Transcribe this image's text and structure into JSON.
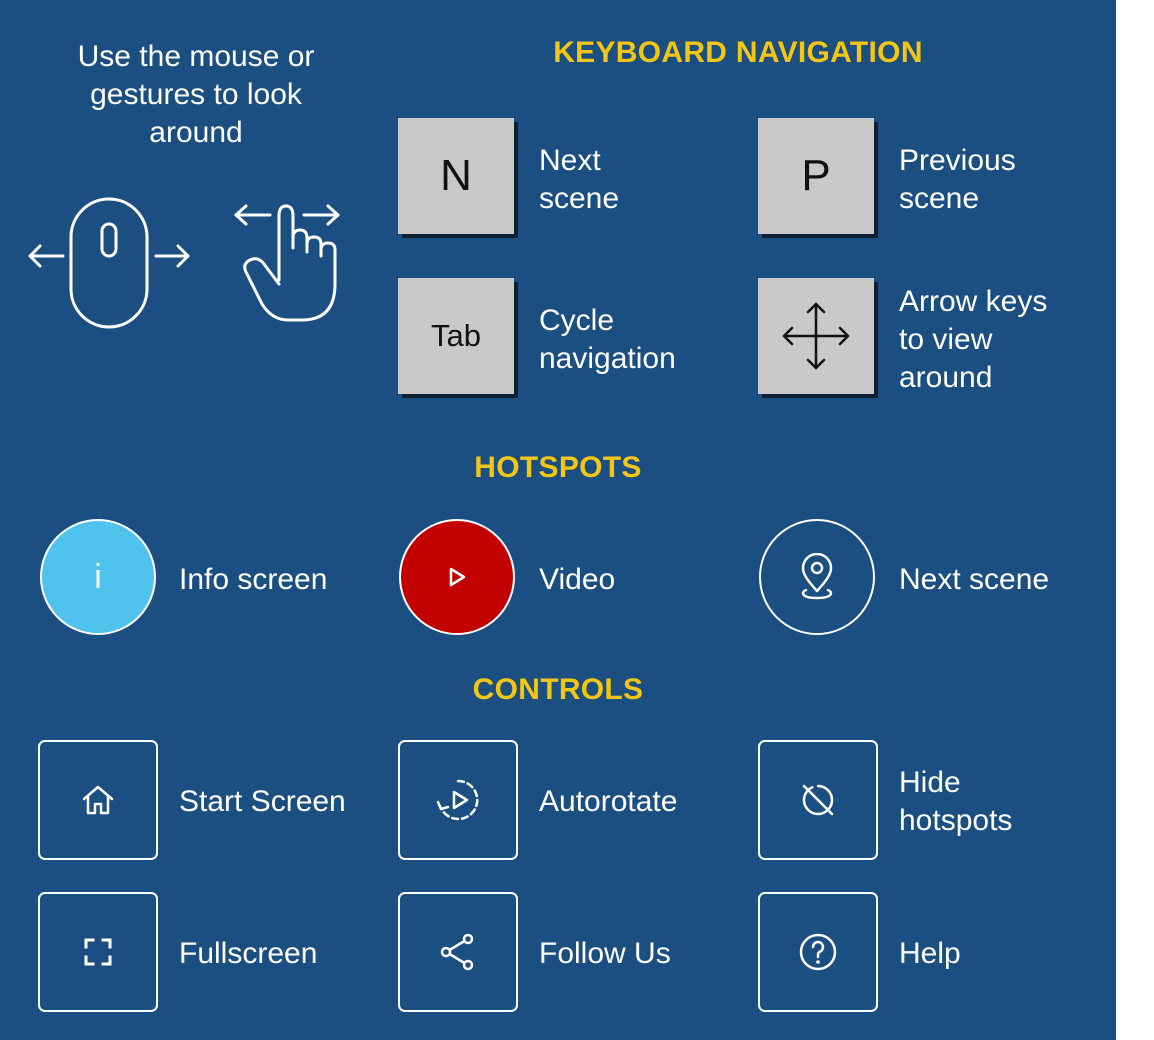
{
  "intro": {
    "text": "Use the mouse or gestures to look around",
    "icons": [
      "mouse-icon",
      "swipe-hand-icon"
    ]
  },
  "keyboard": {
    "heading": "KEYBOARD NAVIGATION",
    "keys": [
      {
        "key": "N",
        "label_lines": [
          "Next",
          "scene"
        ]
      },
      {
        "key": "P",
        "label_lines": [
          "Previous",
          "scene"
        ]
      },
      {
        "key": "Tab",
        "label_lines": [
          "Cycle",
          "navigation"
        ]
      },
      {
        "key": "arrows-move-icon",
        "label_lines": [
          "Arrow keys",
          "to view",
          "around"
        ]
      }
    ]
  },
  "hotspots": {
    "heading": "HOTSPOTS",
    "items": [
      {
        "icon": "info-icon",
        "glyph": "i",
        "label": "Info screen",
        "color": "#4fc3ee"
      },
      {
        "icon": "play-icon",
        "label": "Video",
        "color": "#c20000"
      },
      {
        "icon": "location-pin-icon",
        "label": "Next scene",
        "color": "#1b4f81"
      }
    ]
  },
  "controls": {
    "heading": "CONTROLS",
    "items": [
      {
        "icon": "home-icon",
        "label_lines": [
          "Start Screen"
        ]
      },
      {
        "icon": "autorotate-icon",
        "label_lines": [
          "Autorotate"
        ]
      },
      {
        "icon": "hide-hotspots-icon",
        "label_lines": [
          "Hide",
          "hotspots"
        ]
      },
      {
        "icon": "fullscreen-icon",
        "label_lines": [
          "Fullscreen"
        ]
      },
      {
        "icon": "share-icon",
        "label_lines": [
          "Follow Us"
        ]
      },
      {
        "icon": "help-icon",
        "label_lines": [
          "Help"
        ]
      }
    ]
  },
  "colors": {
    "background": "#1b4f81",
    "heading": "#f3c613",
    "key_face": "#c9c9c9",
    "text": "#ffffff"
  }
}
